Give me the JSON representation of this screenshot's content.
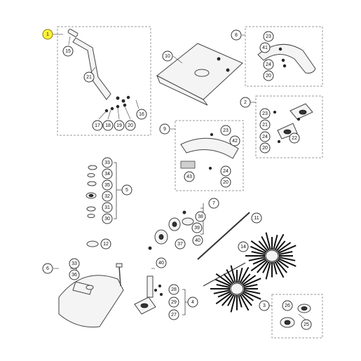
{
  "callouts": [
    {
      "id": "c1",
      "label": "1",
      "highlight": true
    },
    {
      "id": "c15",
      "label": "15"
    },
    {
      "id": "c21",
      "label": "21"
    },
    {
      "id": "c16",
      "label": "16"
    },
    {
      "id": "c17",
      "label": "17"
    },
    {
      "id": "c18",
      "label": "18"
    },
    {
      "id": "c19",
      "label": "19"
    },
    {
      "id": "c20a",
      "label": "20"
    },
    {
      "id": "c10",
      "label": "10"
    },
    {
      "id": "c8",
      "label": "8"
    },
    {
      "id": "c23a",
      "label": "23"
    },
    {
      "id": "c41",
      "label": "41"
    },
    {
      "id": "c24a",
      "label": "24"
    },
    {
      "id": "c20b",
      "label": "20"
    },
    {
      "id": "c2",
      "label": "2"
    },
    {
      "id": "c23b",
      "label": "23"
    },
    {
      "id": "c21b",
      "label": "21"
    },
    {
      "id": "c24b",
      "label": "24"
    },
    {
      "id": "c22",
      "label": "22"
    },
    {
      "id": "c20c",
      "label": "20"
    },
    {
      "id": "c9",
      "label": "9"
    },
    {
      "id": "c23c",
      "label": "23"
    },
    {
      "id": "c42",
      "label": "42"
    },
    {
      "id": "c43",
      "label": "43"
    },
    {
      "id": "c24c",
      "label": "24"
    },
    {
      "id": "c20d",
      "label": "20"
    },
    {
      "id": "c33a",
      "label": "33"
    },
    {
      "id": "c34",
      "label": "34"
    },
    {
      "id": "c35",
      "label": "35"
    },
    {
      "id": "c5",
      "label": "5"
    },
    {
      "id": "c32",
      "label": "32"
    },
    {
      "id": "c31",
      "label": "31"
    },
    {
      "id": "c30",
      "label": "30"
    },
    {
      "id": "c7",
      "label": "7"
    },
    {
      "id": "c38",
      "label": "38"
    },
    {
      "id": "c39",
      "label": "39"
    },
    {
      "id": "c37",
      "label": "37"
    },
    {
      "id": "c11",
      "label": "11"
    },
    {
      "id": "c40a",
      "label": "40"
    },
    {
      "id": "c12",
      "label": "12"
    },
    {
      "id": "c14",
      "label": "14"
    },
    {
      "id": "c40b",
      "label": "40"
    },
    {
      "id": "c6",
      "label": "6"
    },
    {
      "id": "c33b",
      "label": "33"
    },
    {
      "id": "c36",
      "label": "36"
    },
    {
      "id": "c28",
      "label": "28"
    },
    {
      "id": "c29",
      "label": "29"
    },
    {
      "id": "c4",
      "label": "4"
    },
    {
      "id": "c27",
      "label": "27"
    },
    {
      "id": "c3",
      "label": "3"
    },
    {
      "id": "c26",
      "label": "26"
    },
    {
      "id": "c25",
      "label": "25"
    }
  ]
}
